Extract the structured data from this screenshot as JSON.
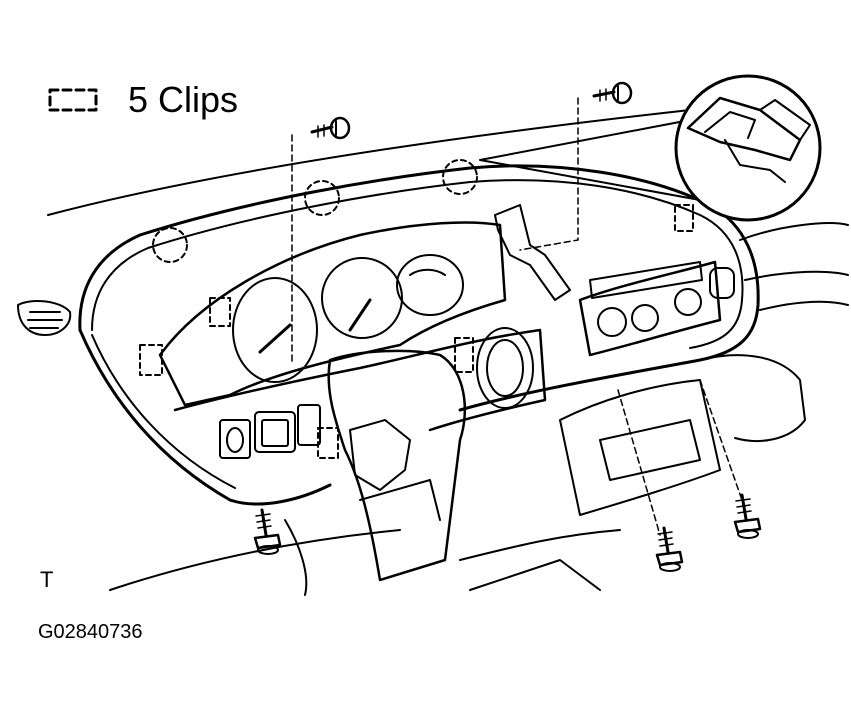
{
  "legend": {
    "symbol": "dashed-rectangle-icon",
    "text": "5 Clips"
  },
  "corner_code": "T",
  "figure_id": "G02840736",
  "colors": {
    "ink": "#000000",
    "background": "#ffffff"
  }
}
